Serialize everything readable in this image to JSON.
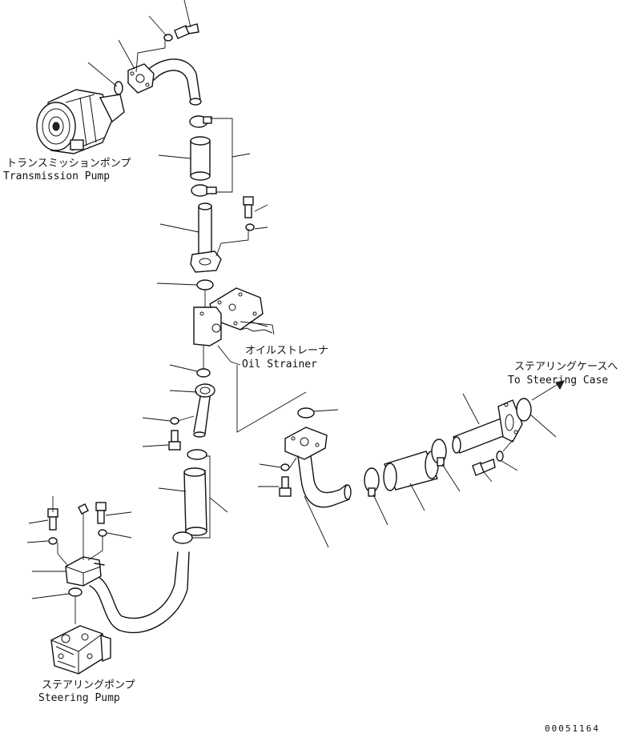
{
  "labels": {
    "transmission_pump_jp": "トランスミッションポンプ",
    "transmission_pump_en": "Transmission Pump",
    "oil_strainer_jp": "オイルストレーナ",
    "oil_strainer_en": "Oil Strainer",
    "to_steering_case_jp": "ステアリングケースへ",
    "to_steering_case_en": "To Steering Case",
    "steering_pump_jp": "ステアリングポンプ",
    "steering_pump_en": "Steering Pump",
    "drawing_number": "00051164"
  },
  "colors": {
    "line": "#111111",
    "background": "#ffffff"
  }
}
